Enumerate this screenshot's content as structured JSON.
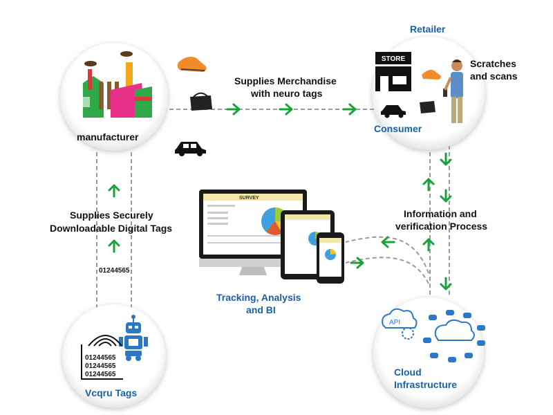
{
  "labels": {
    "retailer": "Retailer",
    "scratches": [
      "Scratches",
      "and scans"
    ],
    "manufacturer": "manufacturer",
    "supplies_merch": [
      "Supplies Merchandise",
      "with neuro tags"
    ],
    "consumer": "Consumer",
    "supplies_secure": [
      "Supplies Securely",
      "Downloadable Digital Tags"
    ],
    "tag_code": "01244565",
    "tag_codes": [
      "01244565",
      "01244565",
      "01244565"
    ],
    "info": [
      "Information and",
      "verification Process"
    ],
    "tracking": [
      "Tracking, Analysis",
      "and BI"
    ],
    "vcqru": "Vcqru Tags",
    "cloud": [
      "Cloud",
      "Infrastructure"
    ],
    "store_sign": "STORE",
    "api": "API",
    "survey": "SURVEY"
  },
  "colors": {
    "arrow_green": "#1aa23a",
    "label_blue": "#1a5fa8",
    "dashed_line": "#9a9a9a",
    "circle_shadow": "#d8d8d8"
  },
  "icons": [
    "factory-icon",
    "shoe-icon",
    "bag-icon",
    "car-icon",
    "store-icon",
    "person-icon",
    "robot-icon",
    "cloud-icon",
    "devices-icon"
  ]
}
